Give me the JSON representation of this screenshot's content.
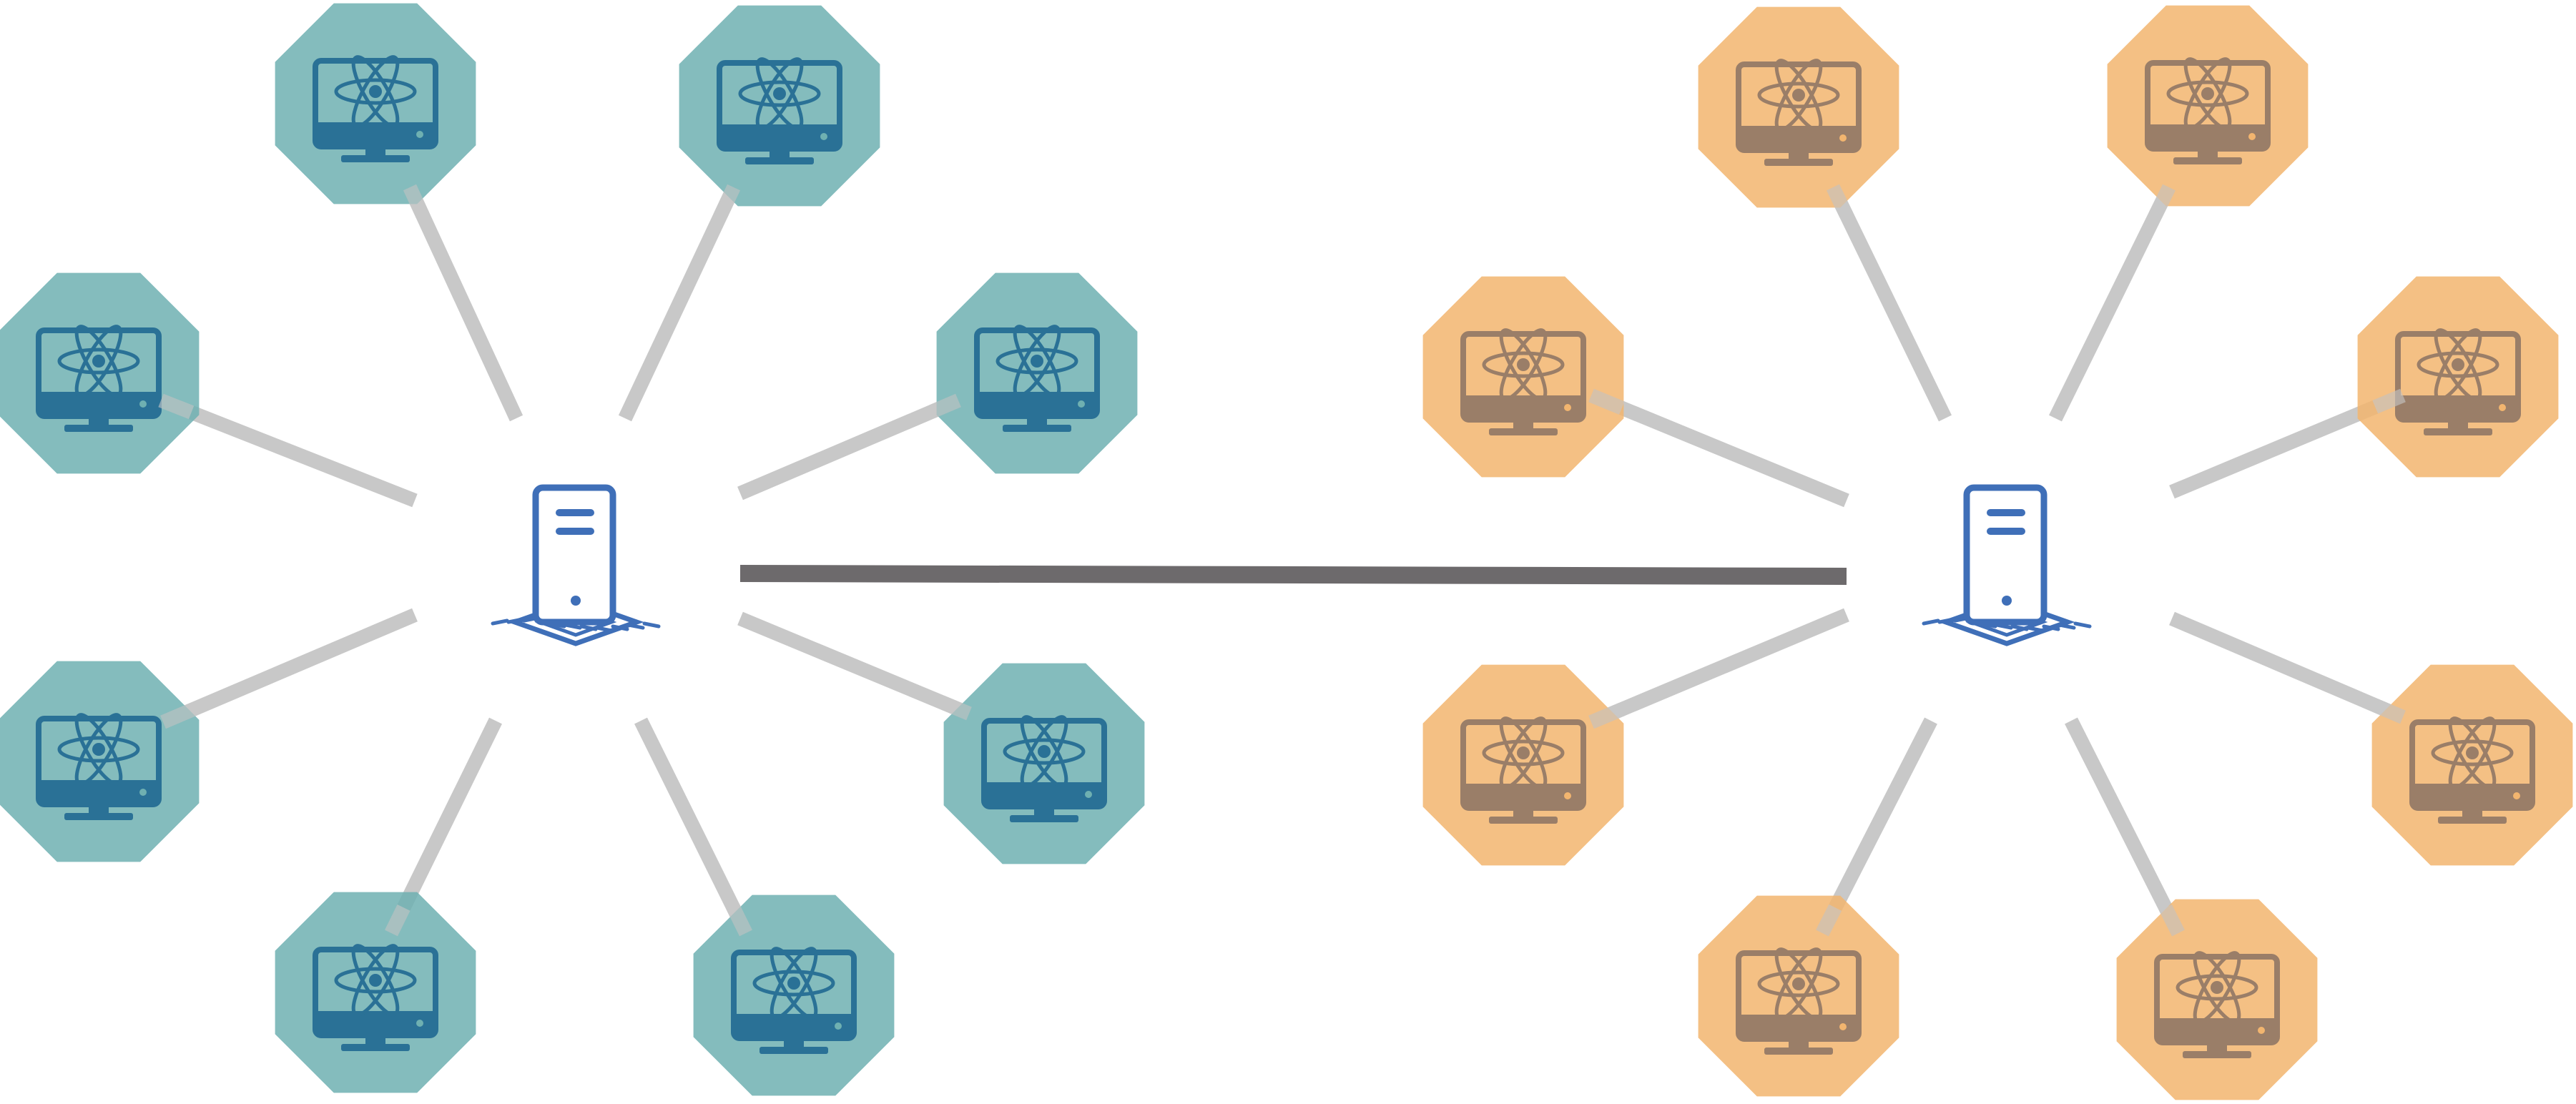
{
  "diagram": {
    "type": "network-topology",
    "colors": {
      "background": "#ffffff",
      "cluster_a_fill": "#6fb0b1",
      "cluster_b_fill": "#f2b56f",
      "server_icon": "#3f6fb8",
      "client_link": "#c8c8c8",
      "backbone_link": "#6d6a6c",
      "monitor_on_teal": "#2a7196",
      "monitor_on_orange": "#9a7e68"
    },
    "icons": {
      "server": "server-on-chip-icon",
      "client": "monitor-with-atom-icon"
    },
    "clusters": [
      {
        "id": "cluster-a",
        "color": "teal",
        "server": "server-a",
        "clients": [
          "a1",
          "a2",
          "a3",
          "a4",
          "a5",
          "a6",
          "a7",
          "a8"
        ]
      },
      {
        "id": "cluster-b",
        "color": "orange",
        "server": "server-b",
        "clients": [
          "b1",
          "b2",
          "b3",
          "b4",
          "b5",
          "b6",
          "b7",
          "b8"
        ]
      }
    ],
    "backbone": [
      "server-a",
      "server-b"
    ]
  }
}
